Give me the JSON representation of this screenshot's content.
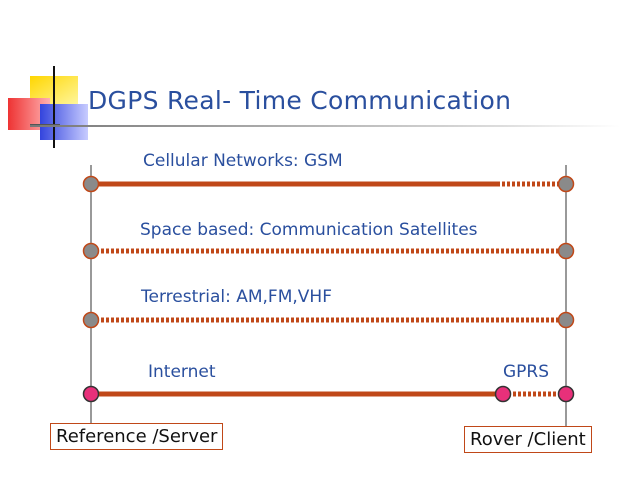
{
  "slide": {
    "title": "DGPS Real- Time Communication"
  },
  "links": [
    {
      "label": "Cellular Networks: GSM",
      "style": "solid-then-dotted"
    },
    {
      "label": "Space based: Communication Satellites",
      "style": "dotted"
    },
    {
      "label": "Terrestrial: AM,FM,VHF",
      "style": "dotted"
    },
    {
      "label": "Internet",
      "style": "solid",
      "secondary_label": "GPRS"
    }
  ],
  "endpoints": {
    "left": "Reference /Server",
    "right": "Rover /Client"
  },
  "colors": {
    "title": "#2a4f9e",
    "label": "#2a4f9e",
    "link_line": "#c04818",
    "node_gray": "#8a8a8a",
    "node_pink": "#e8307a",
    "logo_yellow": "#ffd600",
    "logo_red": "#ee3333",
    "logo_blue": "#3344dd"
  }
}
